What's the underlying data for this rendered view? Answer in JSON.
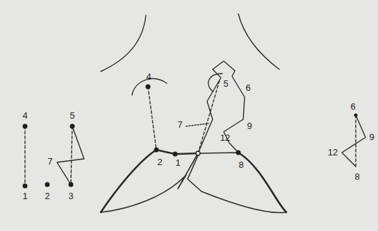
{
  "diagram": {
    "labels": [
      "4",
      "1",
      "2",
      "7",
      "5",
      "3",
      "4",
      "7",
      "5",
      "6",
      "2",
      "1",
      "9",
      "12",
      "8",
      "6",
      "9",
      "12",
      "8"
    ]
  }
}
